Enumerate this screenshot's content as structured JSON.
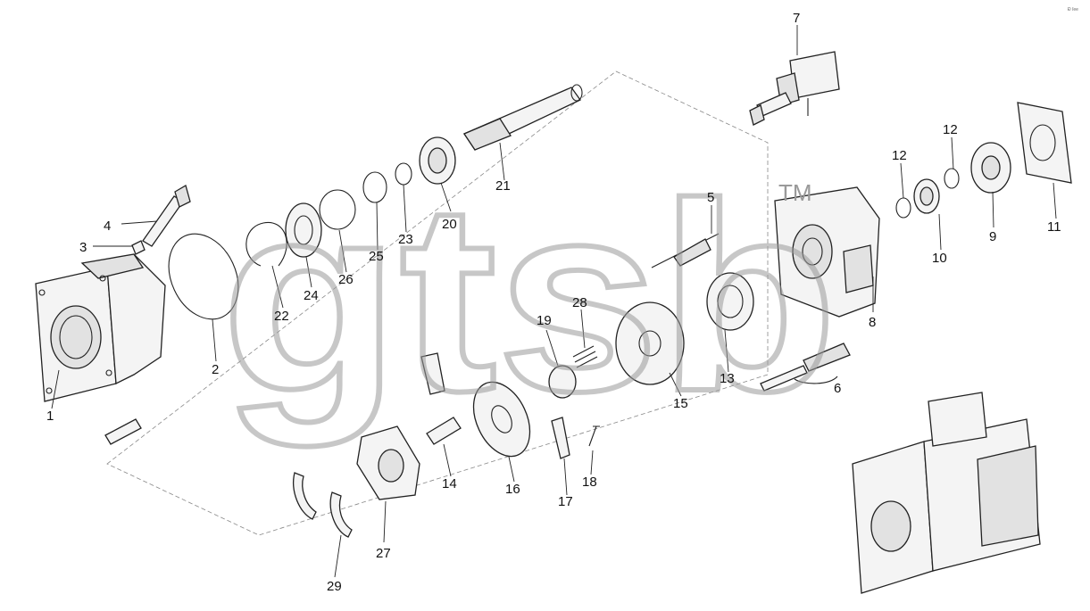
{
  "diagram": {
    "callouts": [
      "1",
      "2",
      "3",
      "4",
      "5",
      "6",
      "7",
      "8",
      "9",
      "10",
      "11",
      "12",
      "12",
      "13",
      "14",
      "15",
      "16",
      "17",
      "18",
      "19",
      "20",
      "21",
      "22",
      "23",
      "24",
      "25",
      "26",
      "27",
      "28",
      "29"
    ],
    "watermark": "gtsb",
    "watermark_tm": "TM",
    "corner_mark": "Ð îee"
  }
}
